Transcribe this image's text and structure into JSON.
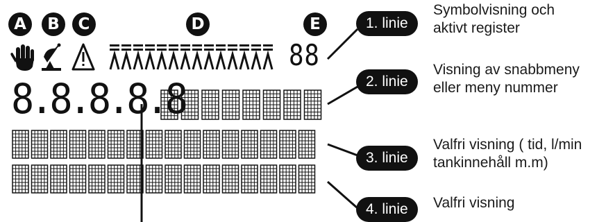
{
  "badges": [
    "A",
    "B",
    "C",
    "D",
    "E"
  ],
  "register_digits": "88",
  "big_digits": "8.8.8.8.8",
  "lines": [
    {
      "label": "1. linie",
      "desc": [
        "Symbolvisning och",
        "aktivt register"
      ]
    },
    {
      "label": "2. linie",
      "desc": [
        "Visning av snabbmeny",
        "eller meny nummer"
      ]
    },
    {
      "label": "3. linie",
      "desc": [
        "Valfri visning ( tid, l/min",
        "tankinnehåll m.m)"
      ]
    },
    {
      "label": "4. linie",
      "desc": [
        "Valfri visning"
      ]
    }
  ]
}
